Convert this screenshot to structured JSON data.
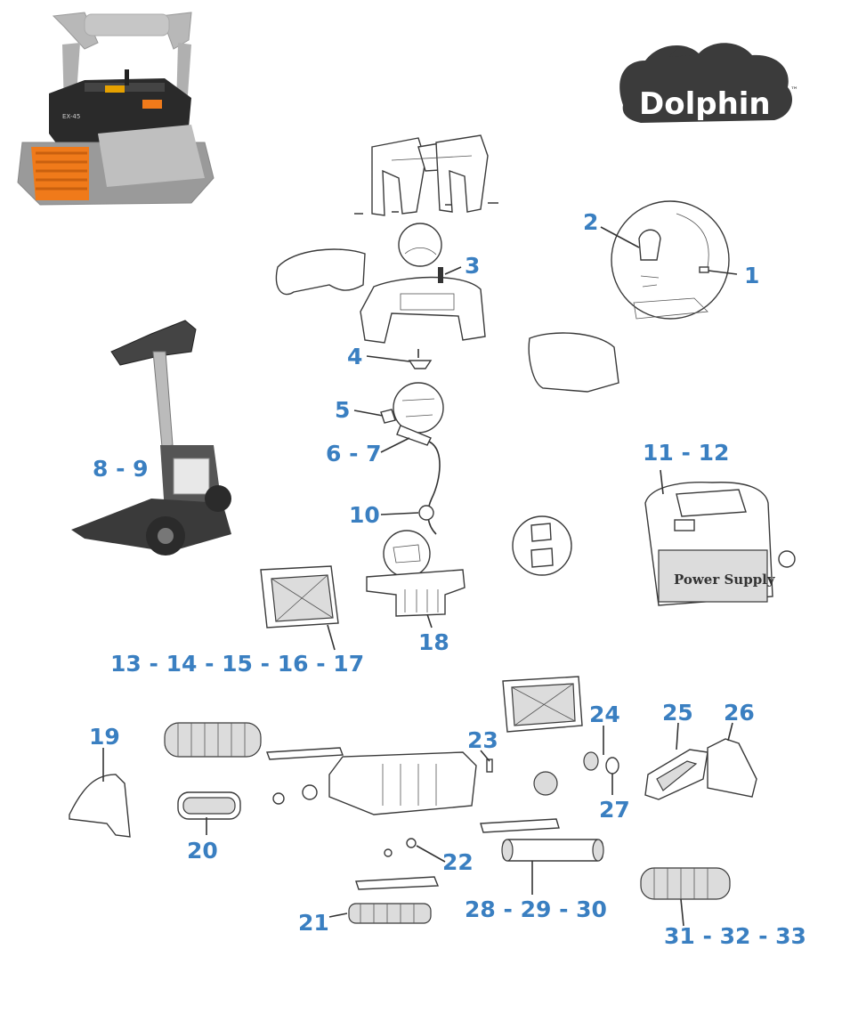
{
  "brand": {
    "logo_text": "Dolphin",
    "trademark": "™"
  },
  "power_supply_text": "Power Supply",
  "robot_model_text": "EX-45",
  "callouts": [
    {
      "id": "c1",
      "text": "1"
    },
    {
      "id": "c2",
      "text": "2"
    },
    {
      "id": "c3",
      "text": "3"
    },
    {
      "id": "c4",
      "text": "4"
    },
    {
      "id": "c5",
      "text": "5"
    },
    {
      "id": "c6",
      "text": "6 - 7"
    },
    {
      "id": "c8",
      "text": "8 - 9"
    },
    {
      "id": "c10",
      "text": "10"
    },
    {
      "id": "c11",
      "text": "11 - 12"
    },
    {
      "id": "c13",
      "text": "13 - 14 - 15 - 16 - 17"
    },
    {
      "id": "c18",
      "text": "18"
    },
    {
      "id": "c19",
      "text": "19"
    },
    {
      "id": "c20",
      "text": "20"
    },
    {
      "id": "c21",
      "text": "21"
    },
    {
      "id": "c22",
      "text": "22"
    },
    {
      "id": "c23",
      "text": "23"
    },
    {
      "id": "c24",
      "text": "24"
    },
    {
      "id": "c25",
      "text": "25"
    },
    {
      "id": "c26",
      "text": "26"
    },
    {
      "id": "c27",
      "text": "27"
    },
    {
      "id": "c28",
      "text": "28 - 29 - 30"
    },
    {
      "id": "c31",
      "text": "31 - 32 - 33"
    }
  ]
}
